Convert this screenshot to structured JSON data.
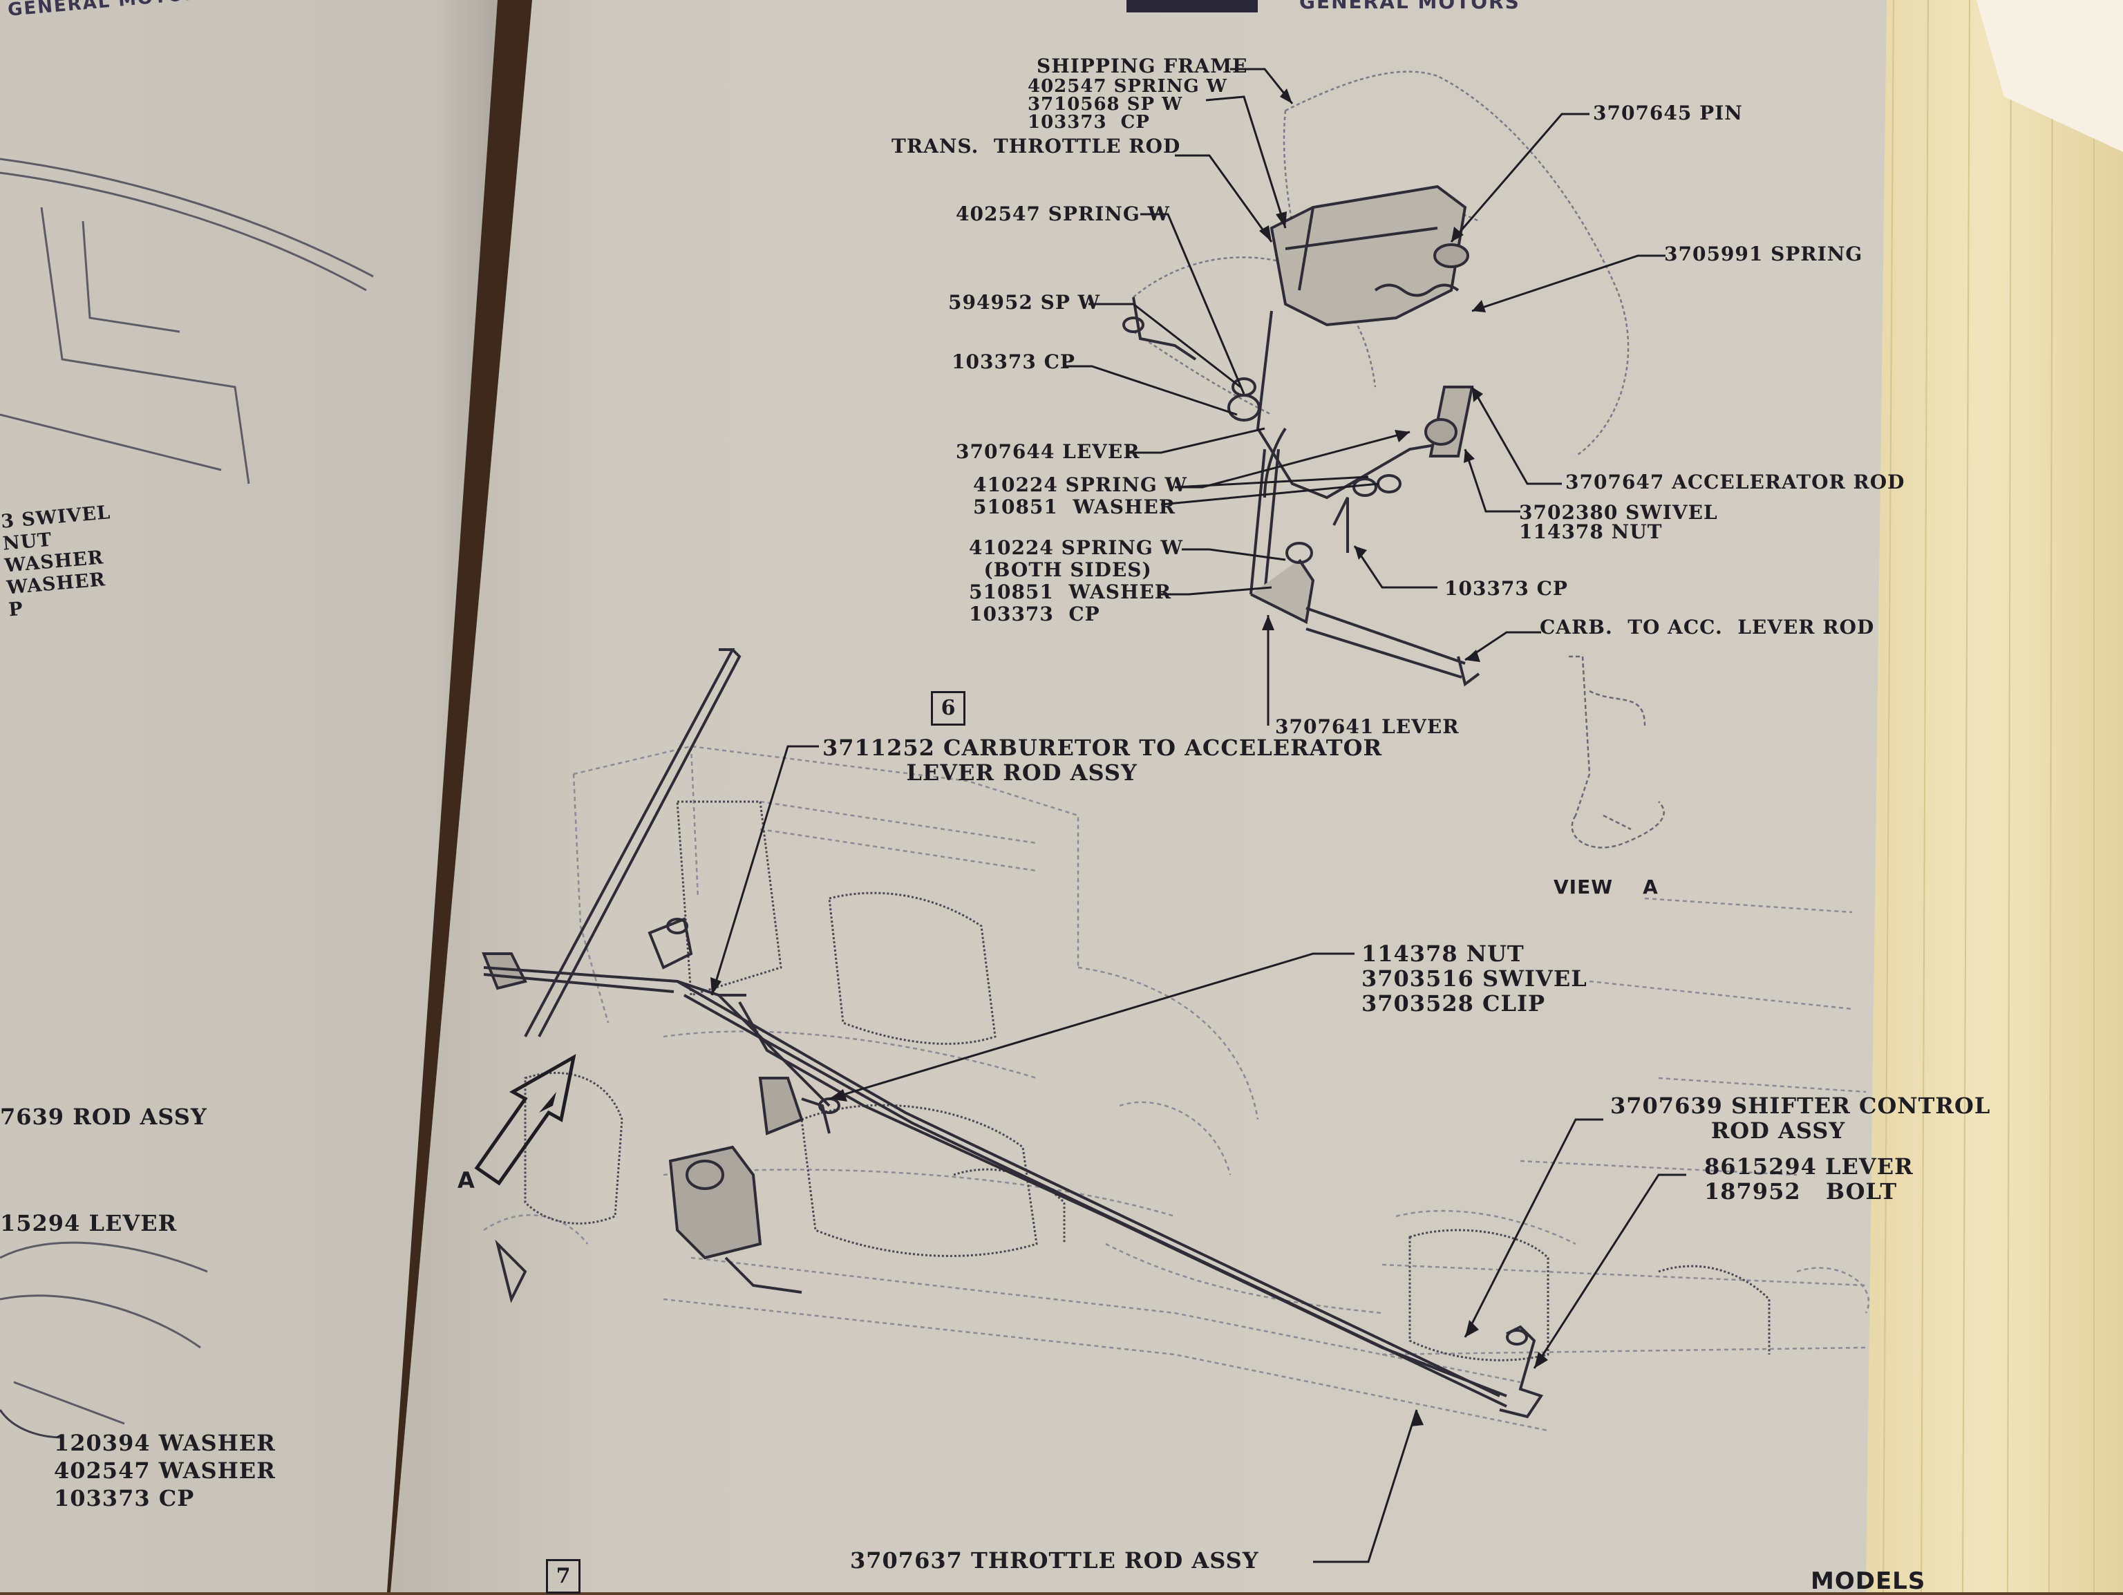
{
  "header": {
    "left": "GENERAL MOTORS CORPORATION",
    "right": "GENERAL MOTORS"
  },
  "figure_numbers": {
    "fig6": "6",
    "fig7": "7"
  },
  "upper_labels": {
    "shipping_frame": "SHIPPING FRAME",
    "spring_group": "402547 SPRING W\n3710568 SP W\n103373  CP",
    "trans_throttle_rod": "TRANS.  THROTTLE ROD",
    "spring_w_402547": "402547 SPRING W",
    "sp_w_594952": "594952 SP W",
    "cp_103373_a": "103373 CP",
    "lever_3707644": "3707644 LEVER",
    "spring_washer_a": "410224 SPRING W\n510851  WASHER",
    "spring_both_sides": "410224 SPRING W\n  (BOTH SIDES)\n510851  WASHER\n103373  CP",
    "pin_3707645": "3707645 PIN",
    "spring_3705991": "3705991 SPRING",
    "accelerator_rod": "3707647 ACCELERATOR ROD",
    "swivel_nut": "3702380 SWIVEL\n114378 NUT",
    "cp_103373_b": "103373 CP",
    "carb_acc_lever_rod": "CARB.  TO ACC.  LEVER ROD",
    "lever_3707641": "3707641 LEVER",
    "view_a": "VIEW    A"
  },
  "lower_labels": {
    "carb_rod_assy": "3711252 CARBURETOR TO ACCELERATOR\n          LEVER ROD ASSY",
    "nut_swivel_clip": "114378 NUT\n3703516 SWIVEL\n3703528 CLIP",
    "shifter_control": "3707639 SHIFTER CONTROL\n            ROD ASSY",
    "lever_bolt": "8615294 LEVER\n187952   BOLT",
    "throttle_rod_assy": "3707637 THROTTLE ROD ASSY",
    "arrow_a": "A"
  },
  "left_page_labels": {
    "swivel_group": "3 SWIVEL\nNUT\nWASHER\nWASHER\nP",
    "rod_assy": "7639 ROD ASSY",
    "lever": "15294 LEVER",
    "washer_group": "120394 WASHER\n402547 WASHER\n103373 CP"
  },
  "footer": {
    "models": "MODELS"
  },
  "colors": {
    "paper": "#cdc9c0",
    "ink": "#1f1d24",
    "page_edge": "#efe2b8",
    "background": "#5a3f2a"
  }
}
